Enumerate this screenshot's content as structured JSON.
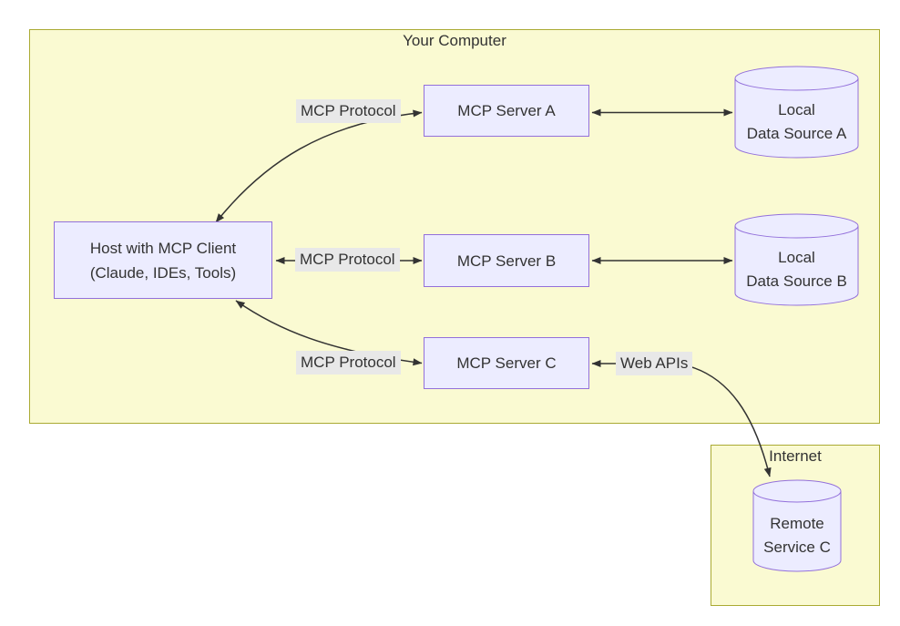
{
  "diagram": {
    "clusters": {
      "your_computer": {
        "title": "Your Computer"
      },
      "internet": {
        "title": "Internet"
      }
    },
    "nodes": {
      "host": {
        "line1": "Host with MCP Client",
        "line2": "(Claude, IDEs, Tools)"
      },
      "server_a": {
        "label": "MCP Server A"
      },
      "server_b": {
        "label": "MCP Server B"
      },
      "server_c": {
        "label": "MCP Server C"
      },
      "data_source_a": {
        "line1": "Local",
        "line2": "Data Source A"
      },
      "data_source_b": {
        "line1": "Local",
        "line2": "Data Source B"
      },
      "remote_service_c": {
        "line1": "Remote",
        "line2": "Service C"
      }
    },
    "edge_labels": {
      "host_server_a": "MCP Protocol",
      "host_server_b": "MCP Protocol",
      "host_server_c": "MCP Protocol",
      "server_c_remote": "Web APIs"
    },
    "colors": {
      "cluster_fill": "#fafad2",
      "cluster_border": "#aaaa33",
      "node_fill": "#ececff",
      "node_border": "#9370db",
      "edge": "#333333",
      "text": "#333333",
      "edge_label_bg": "#e8e8e8"
    }
  }
}
